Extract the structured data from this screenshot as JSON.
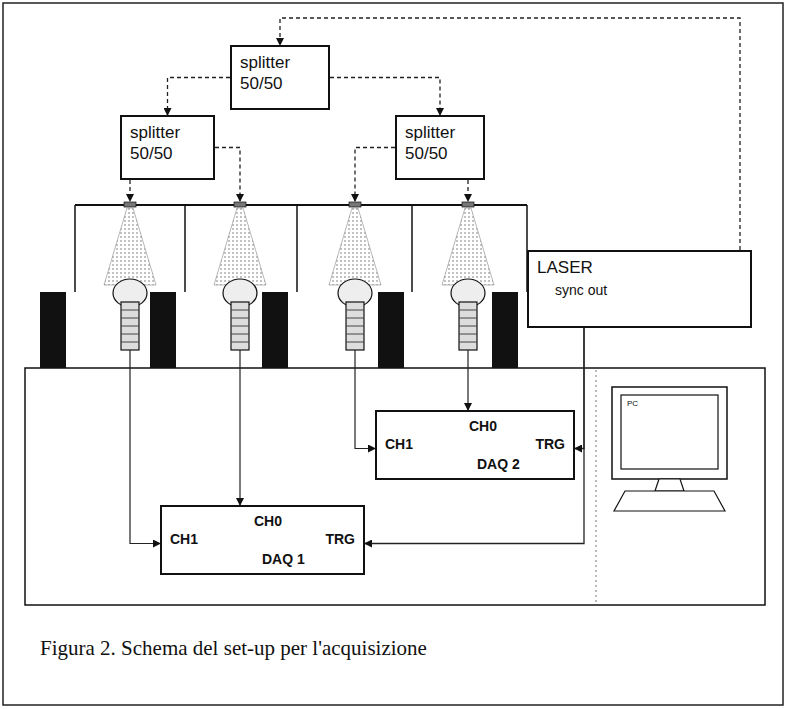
{
  "diagram": {
    "caption": "Figura 2. Schema del set-up per l'acquisizione",
    "nodes": [
      {
        "text": [
          "splitter 50/50"
        ]
      },
      {
        "text": [
          "splitter 50/50"
        ]
      },
      {
        "text": [
          "splitter 50/50"
        ]
      },
      {
        "text": [
          "LASER",
          "sync out"
        ]
      },
      {
        "text": [
          "CH0",
          "CH1",
          "TRG",
          "DAQ 1"
        ]
      },
      {
        "text": [
          "CH0",
          "CH1",
          "TRG",
          "DAQ 2"
        ]
      },
      {
        "text": [
          "PC"
        ]
      }
    ],
    "edges": [
      {
        "from": 3,
        "to": 0,
        "arrow": "to"
      },
      {
        "from": 0,
        "to": 1,
        "arrow": "to"
      },
      {
        "from": 0,
        "to": 2,
        "arrow": "to"
      },
      {
        "from": 3,
        "to": 4,
        "arrow": "to"
      },
      {
        "from": 3,
        "to": 5,
        "arrow": "to"
      }
    ]
  }
}
